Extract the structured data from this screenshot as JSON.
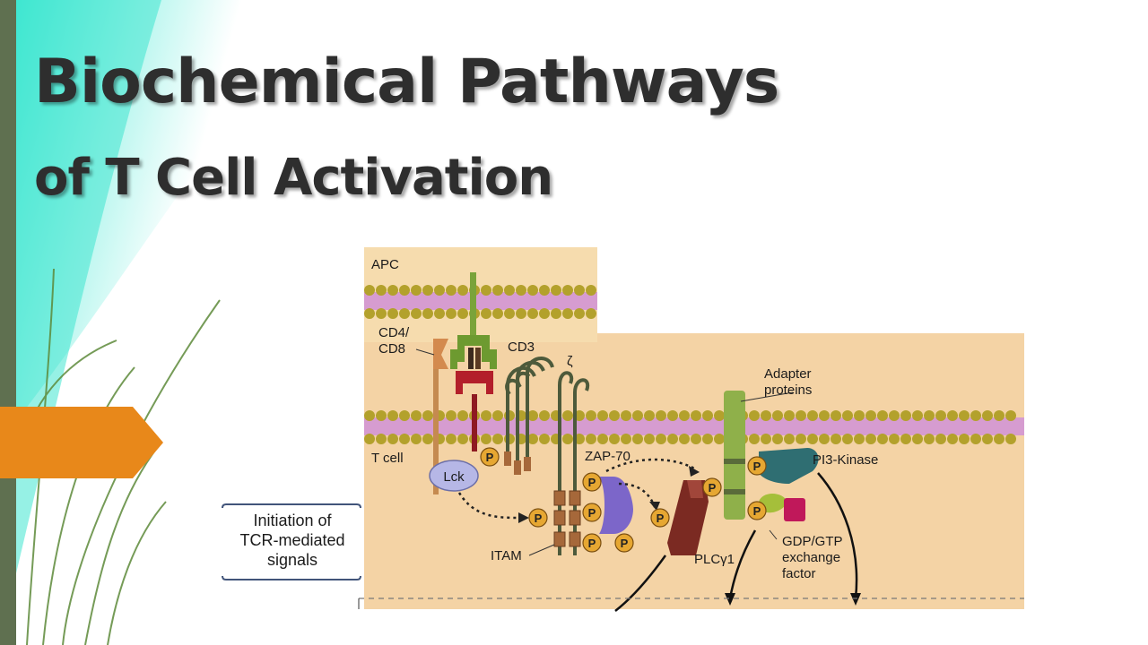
{
  "slide": {
    "title": "Biochemical Pathways",
    "subtitle": "of T Cell Activation"
  },
  "figure": {
    "apc_label": "APC",
    "tcell_label": "T cell",
    "cd4_line1": "CD4/",
    "cd4_line2": "CD8",
    "cd3_label": "CD3",
    "zeta_label": "ζ",
    "adapter_line1": "Adapter",
    "adapter_line2": "proteins",
    "zap70_label": "ZAP-70",
    "pi3k_label": "PI3-Kinase",
    "lck_label": "Lck",
    "itam_label": "ITAM",
    "plc_label": "PLCγ1",
    "gef_line1": "GDP/GTP",
    "gef_line2": "exchange",
    "gef_line3": "factor",
    "phospho_label": "P",
    "initiation_line1": "Initiation of",
    "initiation_line2": "TCR-mediated",
    "initiation_line3": "signals"
  },
  "colors": {
    "accent_arrow": "#e8881a",
    "left_bar": "#5f7050",
    "gradient_start": "#3fe6cf",
    "membrane_bead": "#b3a12c",
    "phospho": "#e6a732",
    "title_text": "#2e2e2e"
  }
}
